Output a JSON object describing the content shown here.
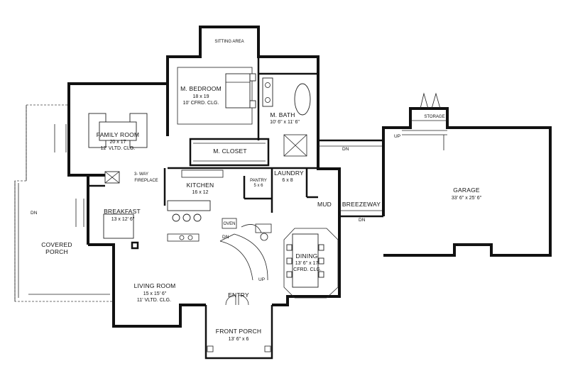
{
  "rooms": {
    "sitting_area": {
      "name": "SITTING AREA"
    },
    "master_bedroom": {
      "name": "M. BEDROOM",
      "dim1": "18 x 19",
      "dim2": "10' CFRD. CLG."
    },
    "master_bath": {
      "name": "M. BATH",
      "dim1": "10' 6\" x 11' 6\""
    },
    "family_room": {
      "name": "FAMILY ROOM",
      "dim1": "20 x 17",
      "dim2": "12' VLTD. CLG."
    },
    "fireplace": {
      "name": "3- WAY",
      "dim1": "FIREPLACE"
    },
    "master_closet": {
      "name": "M. CLOSET"
    },
    "kitchen": {
      "name": "KITCHEN",
      "dim1": "16 x 12"
    },
    "pantry": {
      "name": "PANTRY",
      "dim1": "5 x 6"
    },
    "laundry": {
      "name": "LAUNDRY",
      "dim1": "6 x 8"
    },
    "breakfast": {
      "name": "BREAKFAST",
      "dim1": "13 x 12' 6\""
    },
    "mud": {
      "name": "MUD"
    },
    "breezeway": {
      "name": "BREEZEWAY"
    },
    "garage": {
      "name": "GARAGE",
      "dim1": "33' 6\" x 25' 6\""
    },
    "storage": {
      "name": "STORAGE"
    },
    "covered_porch": {
      "name": "COVERED",
      "dim1": "PORCH"
    },
    "oven": {
      "name": "OVEN"
    },
    "dining": {
      "name": "DINING",
      "dim1": "13' 6\" x 17",
      "dim2": "CFRD. CLG."
    },
    "living_room": {
      "name": "LIVING ROOM",
      "dim1": "15 x 15' 6\"",
      "dim2": "11' VLTD. CLG."
    },
    "entry": {
      "name": "ENTRY"
    },
    "front_porch": {
      "name": "FRONT PORCH",
      "dim1": "13' 6\" x 6"
    }
  },
  "markers": {
    "dn": "DN",
    "up": "UP"
  }
}
